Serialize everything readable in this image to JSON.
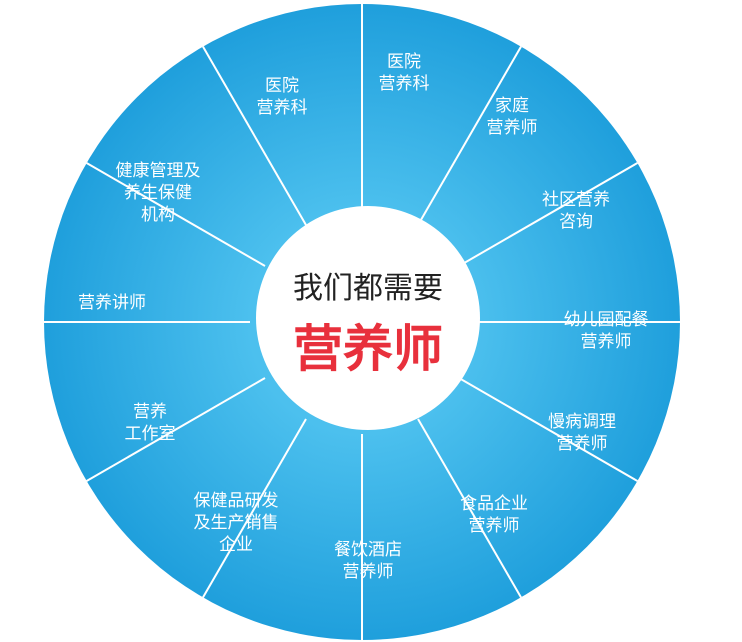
{
  "center": {
    "line1": "我们都需要",
    "line2": "营养师"
  },
  "segments": [
    {
      "id": "hospital-nutrition-dept-1",
      "lines": [
        "医院",
        "营养科"
      ]
    },
    {
      "id": "family-nutritionist",
      "lines": [
        "家庭",
        "营养师"
      ]
    },
    {
      "id": "community-nutrition-consulting",
      "lines": [
        "社区营养",
        "咨询"
      ]
    },
    {
      "id": "kindergarten-catering-nutritionist",
      "lines": [
        "幼儿园配餐",
        "营养师"
      ]
    },
    {
      "id": "chronic-disease-nutritionist",
      "lines": [
        "慢病调理",
        "营养师"
      ]
    },
    {
      "id": "food-company-nutritionist",
      "lines": [
        "食品企业",
        "营养师"
      ]
    },
    {
      "id": "catering-hotel-nutritionist",
      "lines": [
        "餐饮酒店",
        "营养师"
      ]
    },
    {
      "id": "health-product-rd-sales",
      "lines": [
        "保健品研发",
        "及生产销售",
        "企业"
      ]
    },
    {
      "id": "nutrition-studio",
      "lines": [
        "营养",
        "工作室"
      ]
    },
    {
      "id": "nutrition-lecturer",
      "lines": [
        "营养讲师"
      ]
    },
    {
      "id": "health-management-institution",
      "lines": [
        "健康管理及",
        "养生保健",
        "机构"
      ]
    },
    {
      "id": "hospital-nutrition-dept-2",
      "lines": [
        "医院",
        "营养科"
      ]
    }
  ],
  "colors": {
    "wheel": "#2aa8e0",
    "wheel_dark": "#1c8fcc",
    "divider": "#ffffff",
    "center_fill": "#ffffff",
    "center_text": "#222222",
    "accent": "#e8303c"
  }
}
